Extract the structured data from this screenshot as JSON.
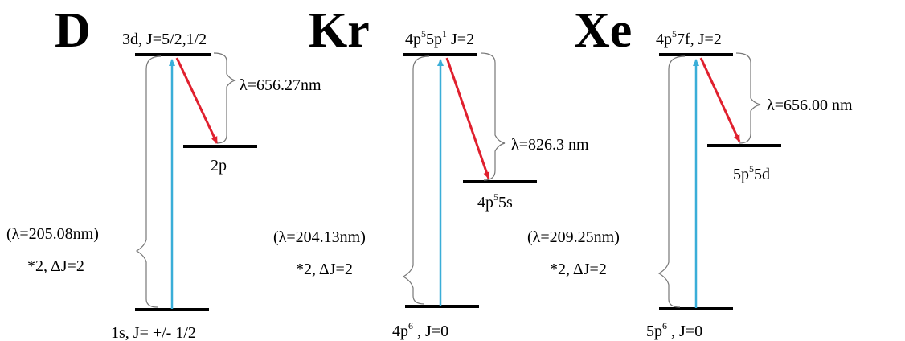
{
  "panels": [
    {
      "element": "D",
      "upper": {
        "main": "3d,  J=5/2,1/2",
        "parts": []
      },
      "mid": {
        "main": "2p",
        "parts": []
      },
      "lower": {
        "main": "1s,  J= +/- 1/2",
        "parts": []
      },
      "emission": "λ=656.27nm",
      "excitation": "(λ=205.08nm)",
      "process": "*2, ΔJ=2"
    },
    {
      "element": "Kr",
      "upper": {
        "parts": [
          [
            "4p",
            "5",
            "5p",
            "1",
            " J=2"
          ]
        ]
      },
      "mid": {
        "parts": [
          [
            "4p",
            "5",
            "5s"
          ]
        ]
      },
      "lower": {
        "parts": [
          [
            "4p",
            "6",
            " , J=0"
          ]
        ]
      },
      "emission": "λ=826.3 nm",
      "excitation": "(λ=204.13nm)",
      "process": "*2, ΔJ=2"
    },
    {
      "element": "Xe",
      "upper": {
        "parts": [
          [
            "4p",
            "5",
            "7f, J=2"
          ]
        ]
      },
      "mid": {
        "parts": [
          [
            "5p",
            "5",
            "5d"
          ]
        ]
      },
      "lower": {
        "parts": [
          [
            "5p",
            "6",
            " , J=0"
          ]
        ]
      },
      "emission": "λ=656.00 nm",
      "excitation": "(λ=209.25nm)",
      "process": "*2, ΔJ=2"
    }
  ],
  "colors": {
    "excitation_arrow": "#3aaed8",
    "emission_arrow": "#e0202e",
    "level": "#000000",
    "brace": "#777777"
  }
}
